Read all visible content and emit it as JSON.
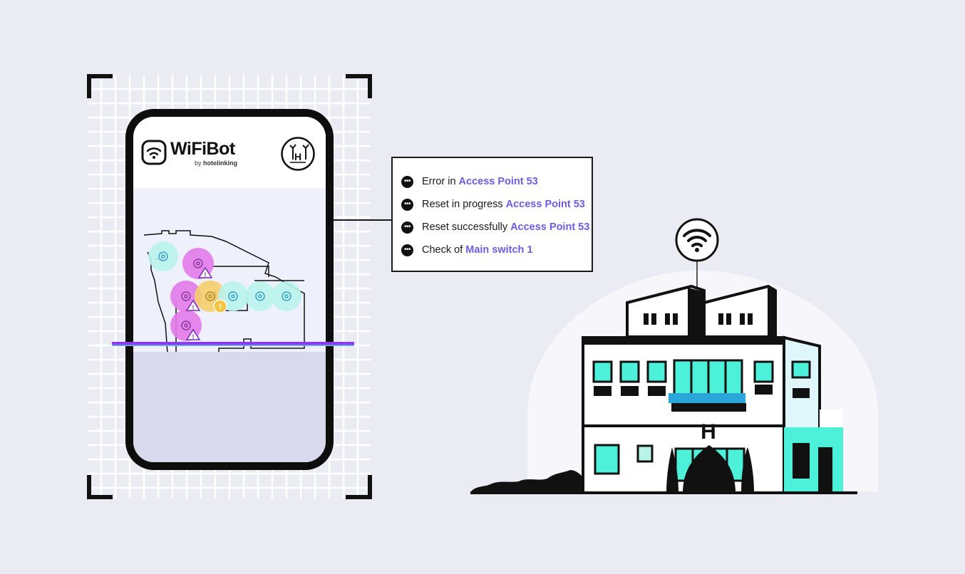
{
  "app": {
    "brand": "WiFiBot",
    "by_prefix": "by",
    "by_company": "hotelinking",
    "hotel_logo_letter": "H"
  },
  "log": {
    "items": [
      {
        "text": "Error in",
        "target": "Access Point 53"
      },
      {
        "text": "Reset in progress",
        "target": "Access Point 53"
      },
      {
        "text": "Reset successfully",
        "target": "Access Point 53"
      },
      {
        "text": "Check of",
        "target": "Main switch 1"
      }
    ]
  },
  "building": {
    "sign_letter": "H"
  },
  "colors": {
    "background": "#ebebf4",
    "accent": "#6c5ce7",
    "teal": "#4df0d8",
    "error_pink": "#e070e8",
    "warning_yellow": "#f4c542",
    "scan_line": "#8a3cf0"
  }
}
